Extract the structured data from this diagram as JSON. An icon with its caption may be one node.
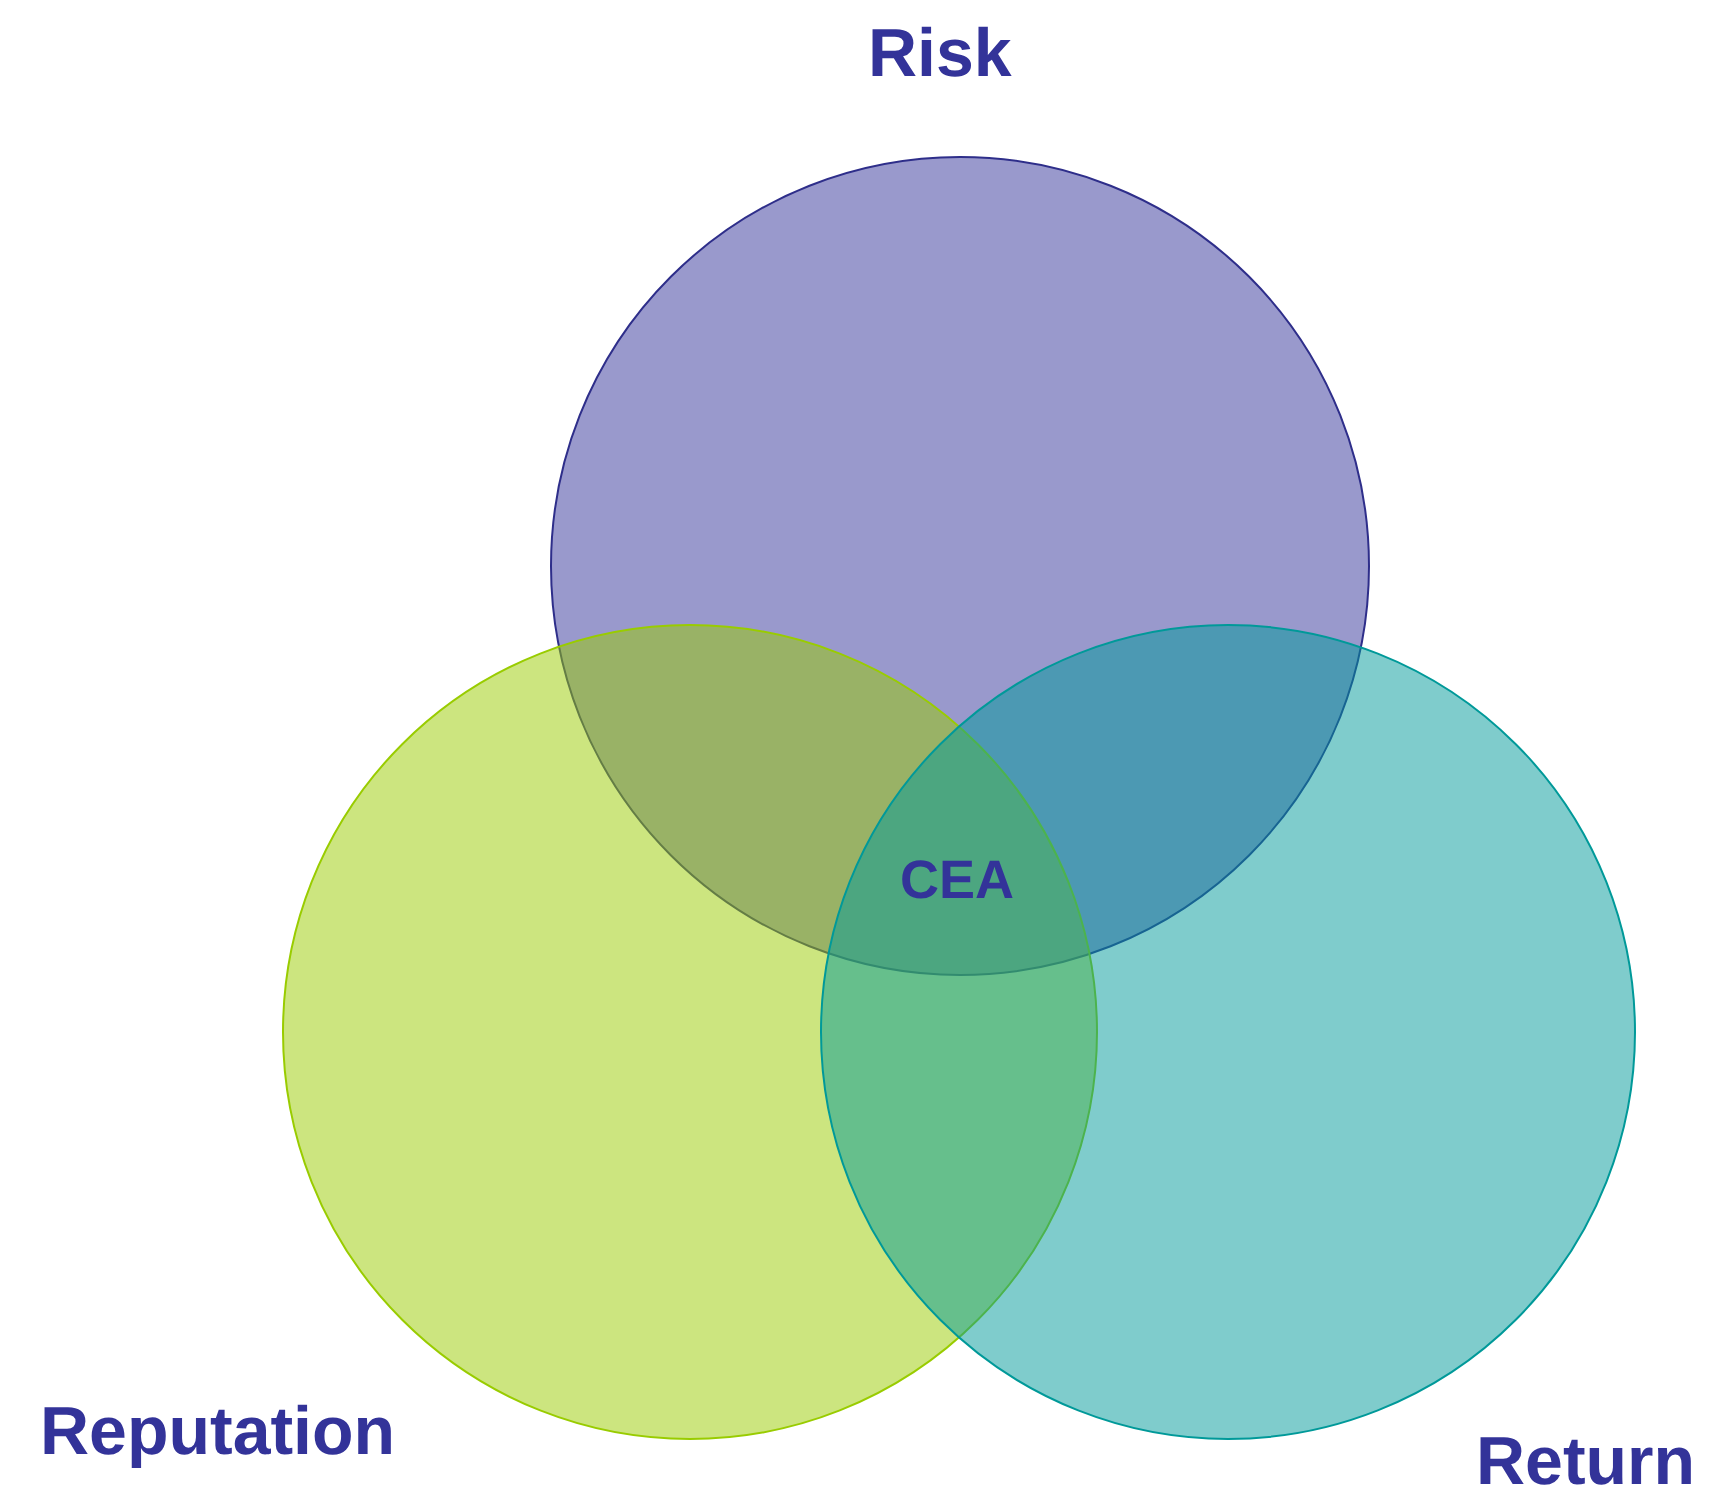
{
  "diagram": {
    "nodes": [
      {
        "text": [
          "Risk"
        ]
      },
      {
        "text": [
          "Reputation"
        ]
      },
      {
        "text": [
          "Return"
        ]
      }
    ],
    "labels": [
      "CEA"
    ]
  }
}
